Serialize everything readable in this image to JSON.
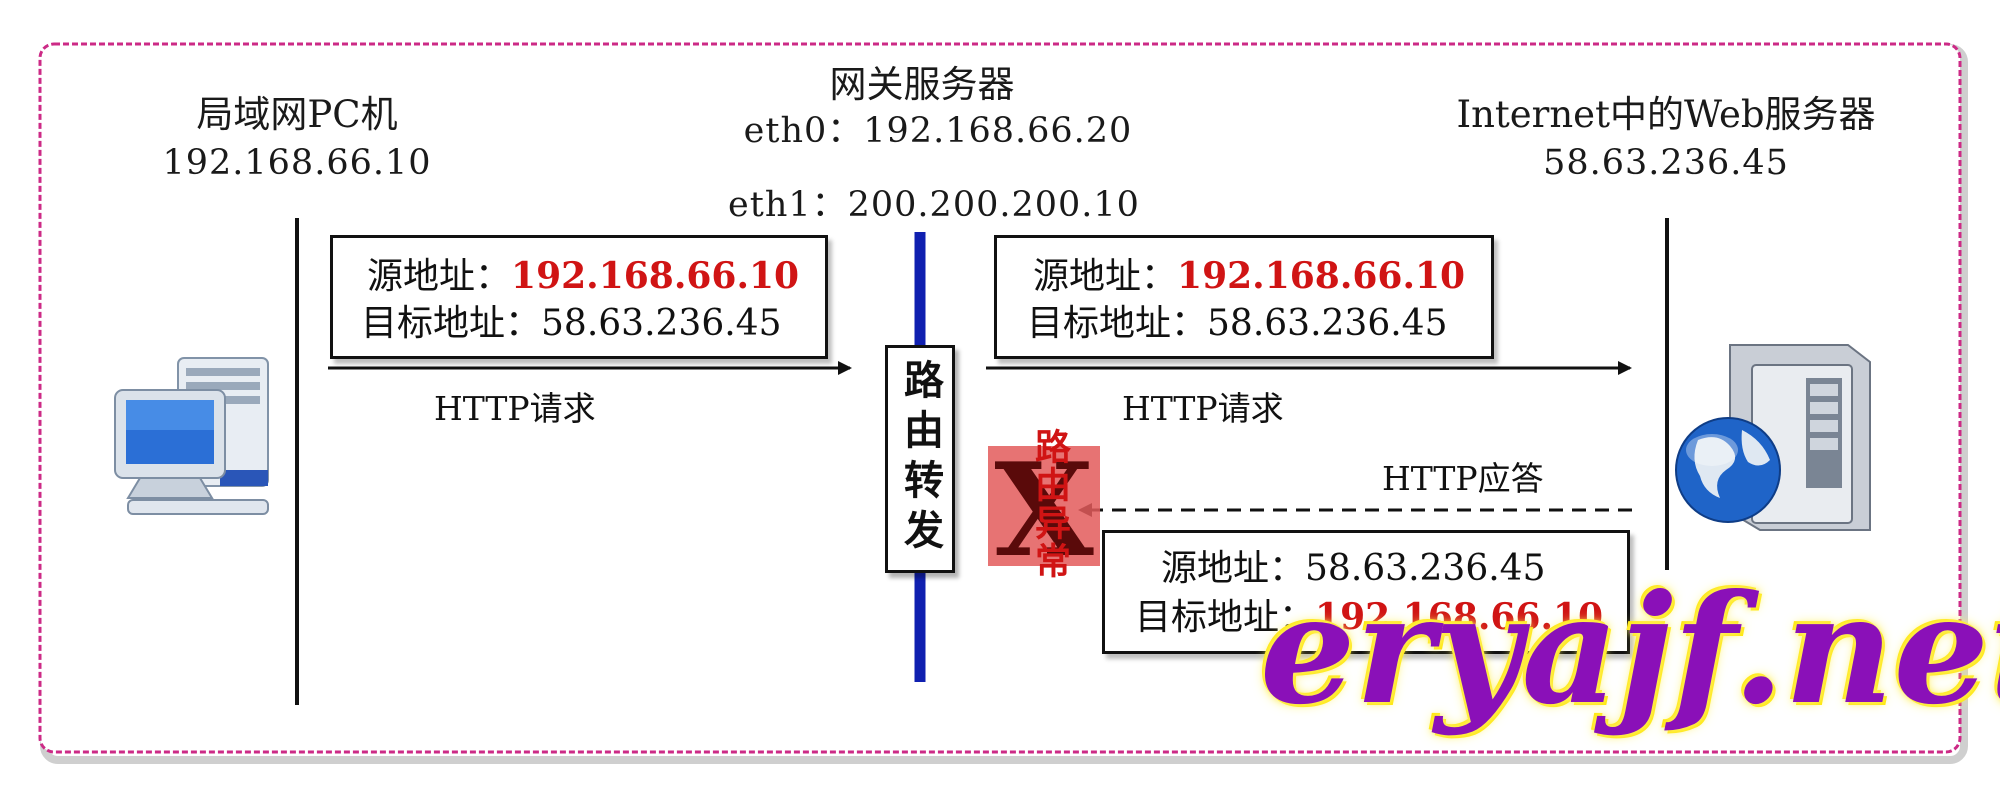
{
  "nodes": {
    "pc": {
      "title": "局域网PC机",
      "ip": "192.168.66.10"
    },
    "gateway": {
      "title": "网关服务器",
      "eth0": "eth0：192.168.66.20",
      "eth1": "eth1：200.200.200.10"
    },
    "web": {
      "title": "Internet中的Web服务器",
      "ip": "58.63.236.45"
    }
  },
  "packets": {
    "left_request": {
      "src_label": "源地址：",
      "src": "192.168.66.10",
      "dst_label": "目标地址：",
      "dst": "58.63.236.45"
    },
    "right_request": {
      "src_label": "源地址：",
      "src": "192.168.66.10",
      "dst_label": "目标地址：",
      "dst": "58.63.236.45"
    },
    "response": {
      "src_label": "源地址：",
      "src": "58.63.236.45",
      "dst_label": "目标地址：",
      "dst": "192.168.66.10"
    }
  },
  "arrows": {
    "left_request_label": "HTTP请求",
    "right_request_label": "HTTP请求",
    "response_label": "HTTP应答"
  },
  "router": {
    "label": "路由转发"
  },
  "error": {
    "mark": "X",
    "label": "路由异常"
  },
  "watermark": "eryajf.net",
  "colors": {
    "frame": "#cc2a86",
    "highlight": "#d01414",
    "interface": "#1020b0",
    "watermark": "#8a10b8"
  }
}
